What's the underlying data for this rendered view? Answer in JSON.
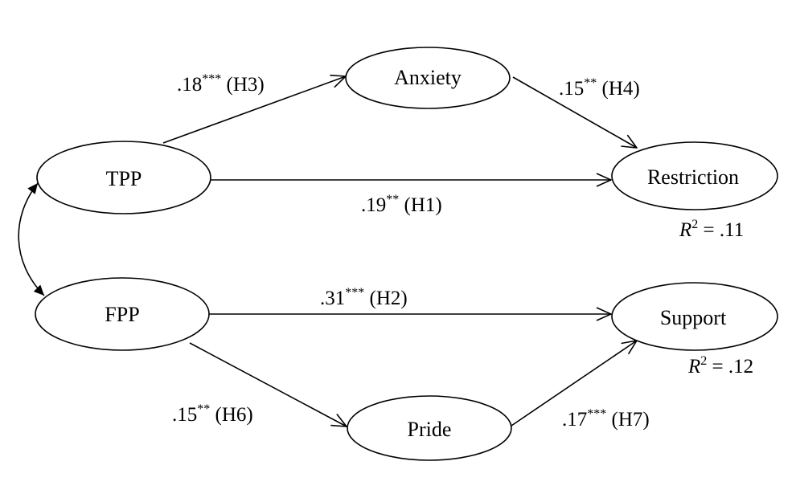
{
  "nodes": {
    "tpp": "TPP",
    "fpp": "FPP",
    "anxiety": "Anxiety",
    "restriction": "Restriction",
    "support": "Support",
    "pride": "Pride"
  },
  "paths": {
    "tpp_anxiety": {
      "coef": ".18",
      "stars": "***",
      "hyp": "(H3)"
    },
    "anxiety_restr": {
      "coef": ".15",
      "stars": "**",
      "hyp": "(H4)"
    },
    "tpp_restr": {
      "coef": ".19",
      "stars": "**",
      "hyp": "(H1)"
    },
    "fpp_support": {
      "coef": ".31",
      "stars": "***",
      "hyp": "(H2)"
    },
    "fpp_pride": {
      "coef": ".15",
      "stars": "**",
      "hyp": "(H6)"
    },
    "pride_support": {
      "coef": ".17",
      "stars": "***",
      "hyp": "(H7)"
    }
  },
  "r_squared": {
    "symbol": "R",
    "exponent": "2",
    "restriction": "= .11",
    "support": "= .12"
  },
  "colors": {
    "stroke": "#000000",
    "background": "#ffffff"
  }
}
